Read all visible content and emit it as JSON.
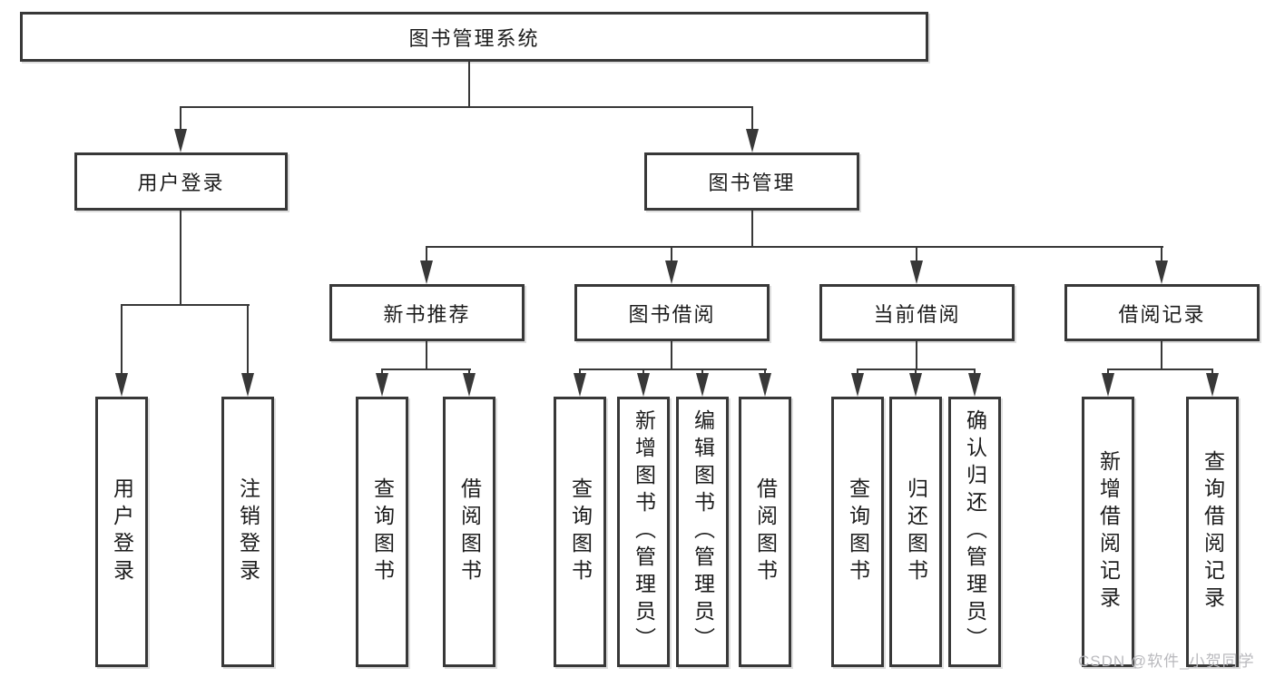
{
  "tree": {
    "root": "图书管理系统",
    "branches": [
      {
        "label": "用户登录",
        "children": [
          "用户登录",
          "注销登录"
        ]
      },
      {
        "label": "图书管理",
        "groups": [
          {
            "label": "新书推荐",
            "children": [
              "查询图书",
              "借阅图书"
            ]
          },
          {
            "label": "图书借阅",
            "children": [
              "查询图书",
              "新增图书（管理员）",
              "编辑图书（管理员）",
              "借阅图书"
            ]
          },
          {
            "label": "当前借阅",
            "children": [
              "查询图书",
              "归还图书",
              "确认归还（管理员）"
            ]
          },
          {
            "label": "借阅记录",
            "children": [
              "新增借阅记录",
              "查询借阅记录"
            ]
          }
        ]
      }
    ]
  },
  "watermark": {
    "text": "CSDN @软件_小贺同学"
  },
  "colors": {
    "line": "#383838",
    "text": "#1c1c1c",
    "watermark": "#b9b9bd",
    "background": "#ffffff"
  }
}
